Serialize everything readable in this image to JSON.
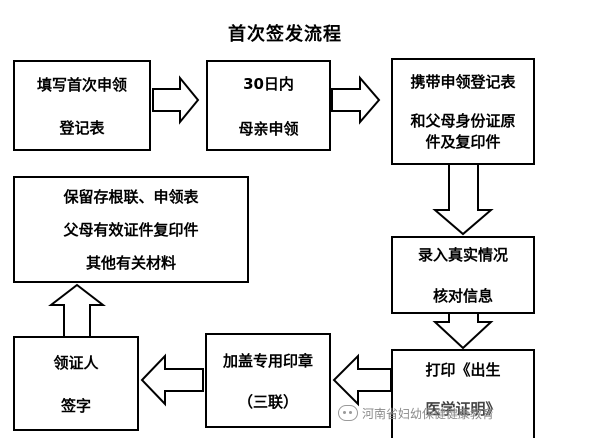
{
  "title": "首次签发流程",
  "steps": {
    "step1": {
      "lines": [
        "填写首次申领",
        "登记表"
      ]
    },
    "step2": {
      "lines": [
        "30日内",
        "母亲申领"
      ]
    },
    "step3": {
      "lines": [
        "携带申领登记表",
        "和父母身份证原",
        "件及复印件"
      ]
    },
    "step4": {
      "lines": [
        "录入真实情况",
        "核对信息"
      ]
    },
    "step5": {
      "lines": [
        "打印《出生",
        "医学证明》"
      ]
    },
    "step6": {
      "lines": [
        "加盖专用印章",
        "（三联）"
      ]
    },
    "step7": {
      "lines": [
        "领证人",
        "签字"
      ]
    },
    "step8": {
      "lines": [
        "保留存根联、申领表",
        "父母有效证件复印件",
        "其他有关材料"
      ]
    }
  },
  "watermark": {
    "text": "河南省妇幼保健健康教育",
    "icon": "wechat-icon"
  },
  "colors": {
    "stroke": "#000000",
    "fill": "#ffffff",
    "watermark": "#8a8a8a"
  }
}
